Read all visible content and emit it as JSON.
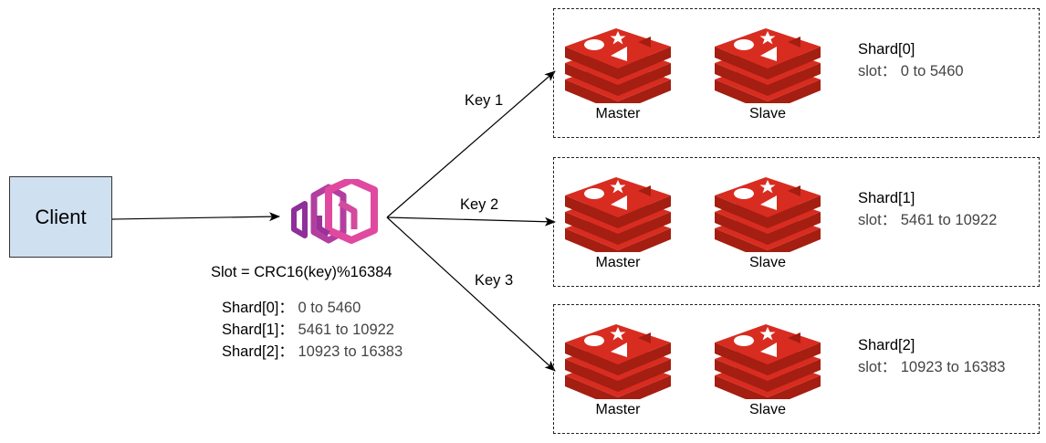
{
  "client": {
    "label": "Client"
  },
  "proxy": {
    "icon": "envoy-proxy-icon",
    "formula": "Slot = CRC16(key)%16384"
  },
  "slot_map": [
    {
      "shard": "Shard[0]",
      "sep": "：",
      "range": "0 to 5460"
    },
    {
      "shard": "Shard[1]",
      "sep": "：",
      "range": "5461 to 10922"
    },
    {
      "shard": "Shard[2]",
      "sep": "：",
      "range": "10923 to 16383"
    }
  ],
  "keys": [
    "Key 1",
    "Key 2",
    "Key 3"
  ],
  "shards": [
    {
      "name": "Shard[0]",
      "slot": "slot：  0 to 5460",
      "master": "Master",
      "slave": "Slave"
    },
    {
      "name": "Shard[1]",
      "slot": "slot：  5461 to 10922",
      "master": "Master",
      "slave": "Slave"
    },
    {
      "name": "Shard[2]",
      "slot": "slot：  10923 to 16383",
      "master": "Master",
      "slave": "Slave"
    }
  ],
  "colors": {
    "client_fill": "#cfe0f1",
    "redis_red": "#d82c20",
    "redis_dark": "#a41e11",
    "envoy_purple": "#b23fa0",
    "envoy_pink": "#e0499f"
  }
}
